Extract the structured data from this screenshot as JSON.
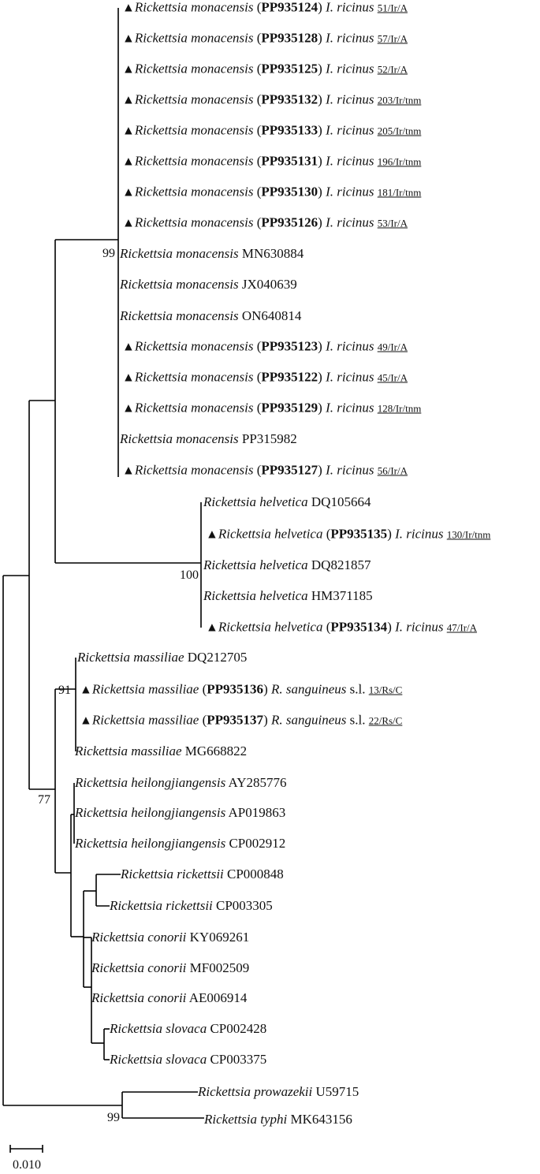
{
  "scale_bar_label": "0.010",
  "marker_symbol": "▲",
  "taxa": [
    {
      "id": "t1",
      "marked": true,
      "species": "Rickettsia monacensis",
      "accession": "PP935124",
      "host": "I. ricinus",
      "host_suffix": "",
      "code": "51/Ir/A"
    },
    {
      "id": "t2",
      "marked": true,
      "species": "Rickettsia monacensis",
      "accession": "PP935128",
      "host": "I. ricinus",
      "host_suffix": "",
      "code": "57/Ir/A"
    },
    {
      "id": "t3",
      "marked": true,
      "species": "Rickettsia monacensis",
      "accession": "PP935125",
      "host": "I. ricinus",
      "host_suffix": "",
      "code": "52/Ir/A"
    },
    {
      "id": "t4",
      "marked": true,
      "species": "Rickettsia monacensis",
      "accession": "PP935132",
      "host": "I. ricinus",
      "host_suffix": "",
      "code": "203/Ir/tnm"
    },
    {
      "id": "t5",
      "marked": true,
      "species": "Rickettsia monacensis",
      "accession": "PP935133",
      "host": "I. ricinus",
      "host_suffix": "",
      "code": "205/Ir/tnm"
    },
    {
      "id": "t6",
      "marked": true,
      "species": "Rickettsia monacensis",
      "accession": "PP935131",
      "host": "I. ricinus",
      "host_suffix": "",
      "code": "196/Ir/tnm"
    },
    {
      "id": "t7",
      "marked": true,
      "species": "Rickettsia monacensis",
      "accession": "PP935130",
      "host": "I. ricinus",
      "host_suffix": "",
      "code": "181/Ir/tnm"
    },
    {
      "id": "t8",
      "marked": true,
      "species": "Rickettsia monacensis",
      "accession": "PP935126",
      "host": "I. ricinus",
      "host_suffix": "",
      "code": "53/Ir/A"
    },
    {
      "id": "t9",
      "marked": false,
      "species": "Rickettsia monacensis",
      "accession": "MN630884"
    },
    {
      "id": "t10",
      "marked": false,
      "species": "Rickettsia monacensis",
      "accession": "JX040639"
    },
    {
      "id": "t11",
      "marked": false,
      "species": "Rickettsia monacensis",
      "accession": "ON640814"
    },
    {
      "id": "t12",
      "marked": true,
      "species": "Rickettsia monacensis",
      "accession": "PP935123",
      "host": "I. ricinus",
      "host_suffix": "",
      "code": "49/Ir/A"
    },
    {
      "id": "t13",
      "marked": true,
      "species": "Rickettsia monacensis",
      "accession": "PP935122",
      "host": "I. ricinus",
      "host_suffix": "",
      "code": "45/Ir/A"
    },
    {
      "id": "t14",
      "marked": true,
      "species": "Rickettsia monacensis",
      "accession": "PP935129",
      "host": "I. ricinus",
      "host_suffix": "",
      "code": "128/Ir/tnm"
    },
    {
      "id": "t15",
      "marked": false,
      "species": "Rickettsia monacensis",
      "accession": "PP315982"
    },
    {
      "id": "t16",
      "marked": true,
      "species": "Rickettsia monacensis",
      "accession": "PP935127",
      "host": "I. ricinus",
      "host_suffix": "",
      "code": "56/Ir/A"
    },
    {
      "id": "t17",
      "marked": false,
      "species": "Rickettsia helvetica",
      "accession": "DQ105664"
    },
    {
      "id": "t18",
      "marked": true,
      "species": "Rickettsia helvetica",
      "accession": "PP935135",
      "host": "I. ricinus",
      "host_suffix": "",
      "code": "130/Ir/tnm"
    },
    {
      "id": "t19",
      "marked": false,
      "species": "Rickettsia helvetica",
      "accession": "DQ821857"
    },
    {
      "id": "t20",
      "marked": false,
      "species": "Rickettsia helvetica",
      "accession": "HM371185"
    },
    {
      "id": "t21",
      "marked": true,
      "species": "Rickettsia helvetica",
      "accession": "PP935134",
      "host": "I. ricinus",
      "host_suffix": "",
      "code": "47/Ir/A"
    },
    {
      "id": "t22",
      "marked": false,
      "species": "Rickettsia massiliae",
      "accession": "DQ212705"
    },
    {
      "id": "t23",
      "marked": true,
      "species": "Rickettsia massiliae",
      "accession": "PP935136",
      "host": "R. sanguineus",
      "host_suffix": "s.l.",
      "code": "13/Rs/C"
    },
    {
      "id": "t24",
      "marked": true,
      "species": "Rickettsia massiliae",
      "accession": "PP935137",
      "host": "R. sanguineus",
      "host_suffix": "s.l.",
      "code": "22/Rs/C"
    },
    {
      "id": "t25",
      "marked": false,
      "species": "Rickettsia massiliae",
      "accession": "MG668822"
    },
    {
      "id": "t26",
      "marked": false,
      "species": "Rickettsia heilongjiangensis",
      "accession": "AY285776"
    },
    {
      "id": "t27",
      "marked": false,
      "species": "Rickettsia heilongjiangensis",
      "accession": "AP019863"
    },
    {
      "id": "t28",
      "marked": false,
      "species": "Rickettsia heilongjiangensis",
      "accession": "CP002912"
    },
    {
      "id": "t29",
      "marked": false,
      "species": "Rickettsia rickettsii",
      "accession": "CP000848"
    },
    {
      "id": "t30",
      "marked": false,
      "species": "Rickettsia rickettsii",
      "accession": "CP003305"
    },
    {
      "id": "t31",
      "marked": false,
      "species": "Rickettsia conorii",
      "accession": "KY069261"
    },
    {
      "id": "t32",
      "marked": false,
      "species": "Rickettsia conorii",
      "accession": "MF002509"
    },
    {
      "id": "t33",
      "marked": false,
      "species": "Rickettsia conorii",
      "accession": "AE006914"
    },
    {
      "id": "t34",
      "marked": false,
      "species": "Rickettsia slovaca",
      "accession": "CP002428"
    },
    {
      "id": "t35",
      "marked": false,
      "species": "Rickettsia slovaca",
      "accession": "CP003375"
    },
    {
      "id": "t36",
      "marked": false,
      "species": "Rickettsia prowazekii",
      "accession": "U59715"
    },
    {
      "id": "t37",
      "marked": false,
      "species": "Rickettsia typhi",
      "accession": "MK643156"
    }
  ],
  "bootstrap_values": [
    {
      "id": "b_monacensis",
      "value": "99"
    },
    {
      "id": "b_helvetica",
      "value": "100"
    },
    {
      "id": "b_massiliae",
      "value": "91"
    },
    {
      "id": "b_sfg",
      "value": "77"
    },
    {
      "id": "b_typhus",
      "value": "99"
    }
  ]
}
